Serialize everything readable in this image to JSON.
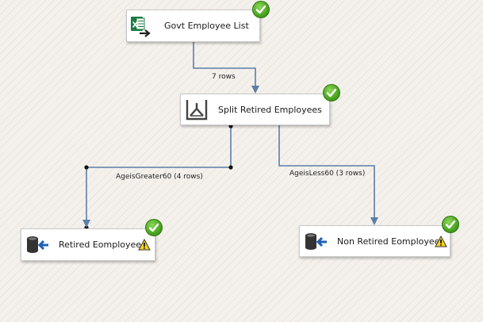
{
  "canvas": {
    "background": "#f4f1ec",
    "connector_color": "#5b7fa8"
  },
  "components": {
    "source": {
      "label": "Govt Employee List",
      "icon": "excel-source-icon",
      "status": "success"
    },
    "split": {
      "label": "Split Retired Employees",
      "icon": "conditional-split-icon",
      "status": "success"
    },
    "dest_retired": {
      "label": "Retired Eomployee",
      "icon": "destination-icon",
      "status": "success",
      "warning": true
    },
    "dest_non_retired": {
      "label": "Non Retired Eomployee",
      "icon": "destination-icon",
      "status": "success",
      "warning": true
    }
  },
  "paths": {
    "source_to_split": {
      "label": "7 rows"
    },
    "split_to_retired": {
      "label": "AgeisGreater60 (4 rows)"
    },
    "split_to_non_retired": {
      "label": "AgeisLess60 (3 rows)"
    }
  }
}
